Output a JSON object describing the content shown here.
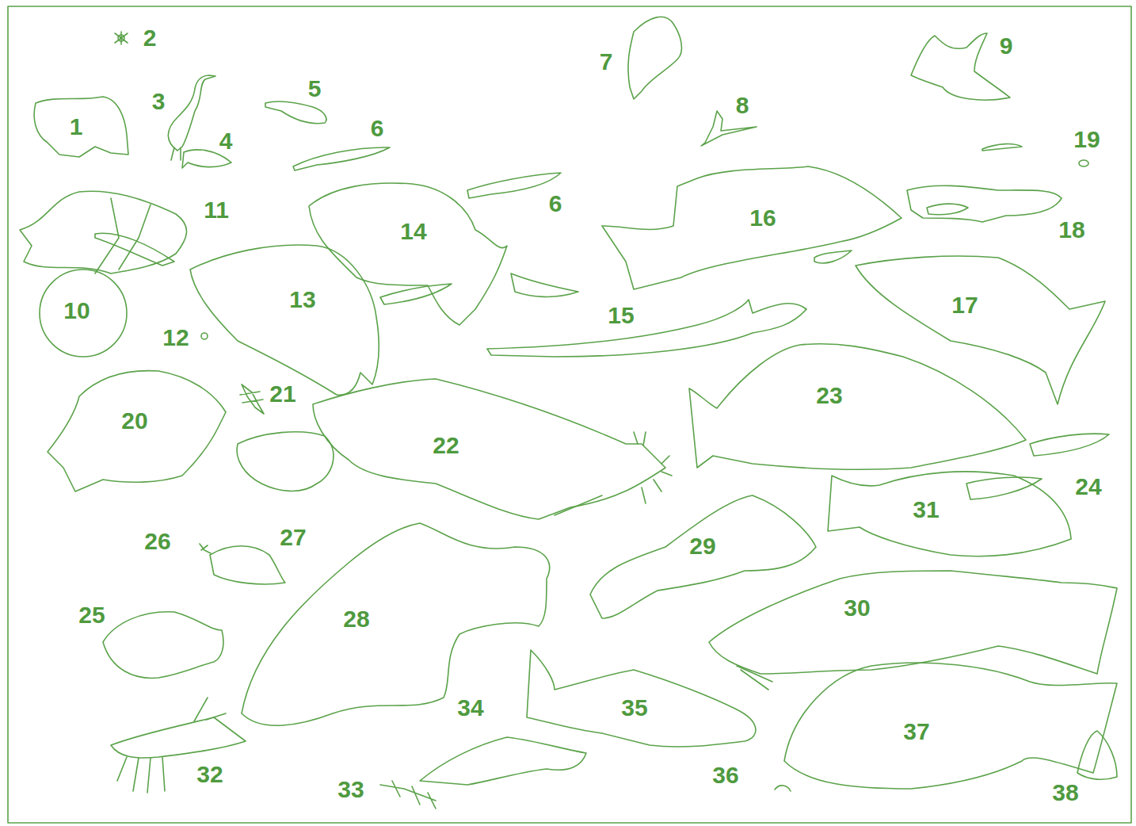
{
  "diagram": {
    "labels": [
      "2",
      "7",
      "9",
      "5",
      "8",
      "1",
      "3",
      "6",
      "4",
      "19",
      "6",
      "11",
      "14",
      "16",
      "18",
      "10",
      "13",
      "15",
      "17",
      "12",
      "21",
      "20",
      "23",
      "22",
      "24",
      "31",
      "26",
      "27",
      "29",
      "25",
      "28",
      "30",
      "34",
      "35",
      "37",
      "32",
      "33",
      "36",
      "38"
    ]
  }
}
